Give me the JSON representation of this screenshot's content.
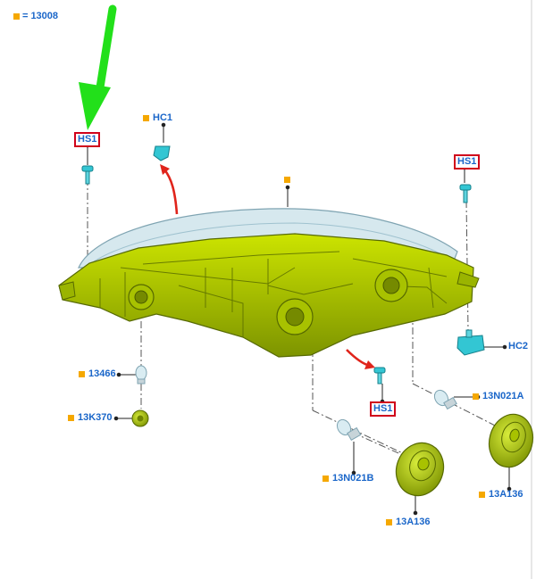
{
  "legend": {
    "eq": "=",
    "part": "13008"
  },
  "callouts": {
    "hc1": "HC1",
    "hs1_left": "HS1",
    "hs1_right": "HS1",
    "hs1_mid": "HS1",
    "hc2": "HC2",
    "c13466": "13466",
    "c13k370": "13K370",
    "c13n021a": "13N021A",
    "c13n021b": "13N021B",
    "c13a136_left": "13A136",
    "c13a136_right": "13A136"
  },
  "colors": {
    "housing": "#b4d000",
    "housing_dark": "#6f8400",
    "lens": "#cfe3ea",
    "accent_arrow": "#22e01a",
    "red_arrow": "#e0241b",
    "label_blue": "#1a66c9",
    "marker_orange": "#f5a800",
    "clip_cyan": "#33c6d3"
  },
  "icons": {
    "pointer": "green-arrow-icon",
    "indicator": "red-curved-arrow-icon"
  }
}
